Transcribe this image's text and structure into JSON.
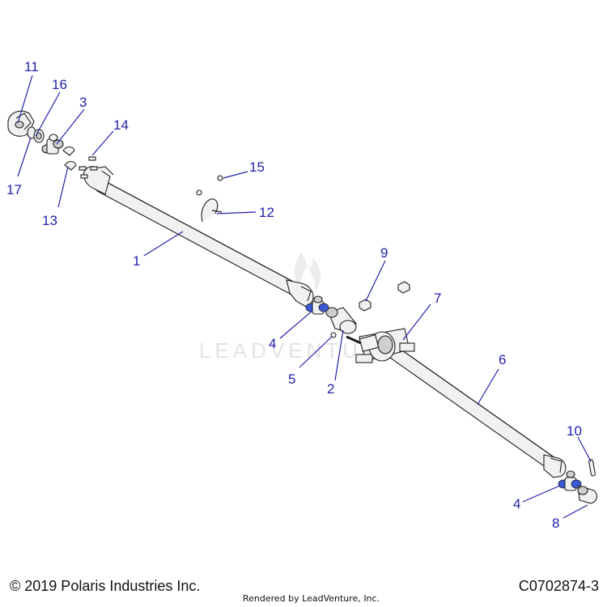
{
  "watermark": {
    "text": "LEADVENTURE"
  },
  "callouts": {
    "c1": "1",
    "c2": "2",
    "c3": "3",
    "c4a": "4",
    "c4b": "4",
    "c5": "5",
    "c6": "6",
    "c7": "7",
    "c8": "8",
    "c9": "9",
    "c10": "10",
    "c11": "11",
    "c12": "12",
    "c13": "13",
    "c14": "14",
    "c15": "15",
    "c16": "16",
    "c17": "17"
  },
  "footer": {
    "copyright": "© 2019 Polaris Industries Inc.",
    "rendered_by": "Rendered by LeadVenture, Inc.",
    "diagram_code": "C0702874-3"
  },
  "colors": {
    "callout": "#2222aa",
    "accent_blue": "#3b5bd6",
    "line": "#1e1e1e"
  }
}
